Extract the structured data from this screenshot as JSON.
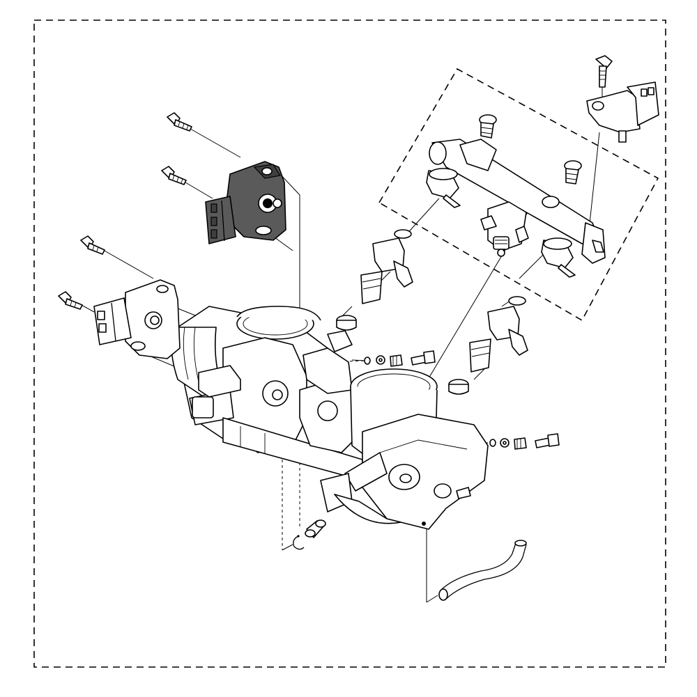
{
  "diagram": {
    "type": "exploded-parts-view",
    "subject": "throttle-body-assembly",
    "highlight_color": "#5a5a5a",
    "line_color": "#000000",
    "background": "#ffffff",
    "highlighted_part": "throttle-position-sensor-upper",
    "parts": [
      "throttle-body",
      "throttle-position-sensor-upper",
      "throttle-position-sensor-lower",
      "fuel-rail",
      "fuel-injector-left",
      "fuel-injector-right",
      "fuel-pressure-regulator",
      "pressure-sensor",
      "breather-hose",
      "idle-adjust-screw-upper",
      "idle-adjust-screw-lower",
      "circlip",
      "bush"
    ]
  }
}
